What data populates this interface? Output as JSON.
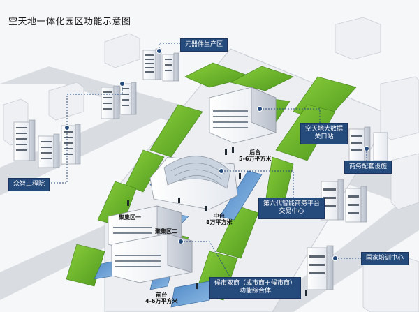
{
  "title": "空天地一体化园区功能示意图",
  "callouts": {
    "components": "元器件生产区",
    "incubator": "众智工程院",
    "bigdata_1": "空天地大数据",
    "bigdata_2": "关口站",
    "business_support": "商务配套设施",
    "trading_1": "第六代智能商务平台",
    "trading_2": "交易中心",
    "training": "国家培训中心",
    "twin_market_1": "候市双商（成市商＋候市商）",
    "twin_market_2": "功能综合体"
  },
  "labels": {
    "back_stage_1": "后台",
    "back_stage_2": "5-6万平方米",
    "mid_stage_1": "中台",
    "mid_stage_2": "8万平方米",
    "front_stage_1": "前台",
    "front_stage_2": "4-6万平方米",
    "cluster_1": "聚集区一",
    "cluster_2": "聚集区二"
  }
}
